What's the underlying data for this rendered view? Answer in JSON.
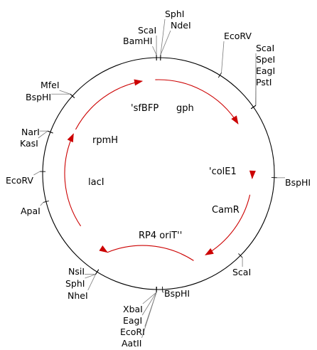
{
  "colors": {
    "backbone": "#000000",
    "feature_arrow": "#cc0000",
    "leader_line": "#7a7a7a",
    "background": "#ffffff"
  },
  "restriction_sites": [
    {
      "label": "SphI",
      "angle": 1
    },
    {
      "label": "NdeI",
      "angle": 1
    },
    {
      "label": "ScaI",
      "angle": -1
    },
    {
      "label": "BamHI",
      "angle": -1
    },
    {
      "label": "EcoRV",
      "angle": 32
    },
    {
      "label": "ScaI",
      "angle": 55
    },
    {
      "label": "SpeI",
      "angle": 55
    },
    {
      "label": "EagI",
      "angle": 55
    },
    {
      "label": "PstI",
      "angle": 55
    },
    {
      "label": "BspHI",
      "angle": 92
    },
    {
      "label": "ScaI",
      "angle": 135
    },
    {
      "label": "BspHI",
      "angle": 178
    },
    {
      "label": "XbaI",
      "angle": 181
    },
    {
      "label": "EagI",
      "angle": 181
    },
    {
      "label": "EcoRI",
      "angle": 181
    },
    {
      "label": "AatII",
      "angle": 181
    },
    {
      "label": "NsiI",
      "angle": 212
    },
    {
      "label": "SphI",
      "angle": 212
    },
    {
      "label": "NheI",
      "angle": 212
    },
    {
      "label": "ApaI",
      "angle": 256
    },
    {
      "label": "EcoRV",
      "angle": 271
    },
    {
      "label": "NarI",
      "angle": 291
    },
    {
      "label": "KasI",
      "angle": 291
    },
    {
      "label": "MfeI",
      "angle": 312
    },
    {
      "label": "BspHI",
      "angle": 312
    }
  ],
  "features": [
    {
      "name": "'sfBFP",
      "start": 358,
      "end": 58,
      "direction": "cw"
    },
    {
      "name": "gph",
      "start": 358,
      "end": 58,
      "direction": "cw"
    },
    {
      "name": "'colE1",
      "start": 92,
      "end": 93,
      "direction": "cw"
    },
    {
      "name": "CamR",
      "start": 103,
      "end": 150,
      "direction": "cw"
    },
    {
      "name": "RP4 oriT''",
      "start": 158,
      "end": 213,
      "direction": "ccw"
    },
    {
      "name": "lacI",
      "start": 236,
      "end": 295,
      "direction": "cw"
    },
    {
      "name": "rpmH",
      "start": 236,
      "end": 295,
      "direction": "cw"
    },
    {
      "name": "",
      "start": 298,
      "end": 350,
      "direction": "cw"
    }
  ]
}
